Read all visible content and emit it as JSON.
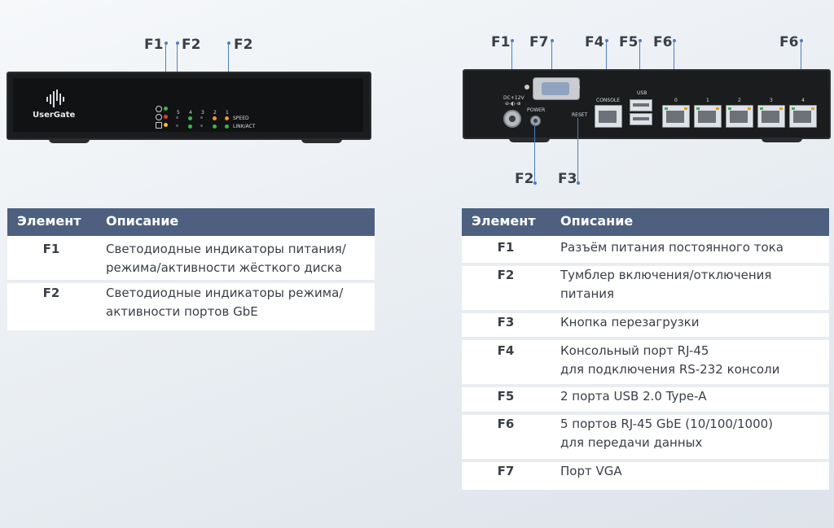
{
  "front_callouts": [
    "F1",
    "F2",
    "F2"
  ],
  "rear_callouts_top": [
    "F1",
    "F7",
    "F4",
    "F5",
    "F6",
    "F6"
  ],
  "rear_callouts_bottom": [
    "F2",
    "F3"
  ],
  "front_panel": {
    "logo_text": "UserGate",
    "port_numbers": [
      "5",
      "4",
      "3",
      "2",
      "1"
    ],
    "speed_label": "SPEED",
    "link_label": "LINK/ACT"
  },
  "rear_panel": {
    "dc_label": "DC+12V",
    "power_label": "POWER",
    "reset_label": "RESET",
    "console_label": "CONSOLE",
    "usb_label": "USB",
    "port_numbers": [
      "0",
      "1",
      "2",
      "3",
      "4"
    ]
  },
  "front_table": {
    "headers": [
      "Элемент",
      "Описание"
    ],
    "rows": [
      {
        "code": "F1",
        "desc1": "Светодиодные индикаторы питания/",
        "desc2": "режима/активности жёсткого диска"
      },
      {
        "code": "F2",
        "desc1": "Светодиодные индикаторы режима/",
        "desc2": "активности портов GbE"
      }
    ]
  },
  "rear_table": {
    "headers": [
      "Элемент",
      "Описание"
    ],
    "rows": [
      {
        "code": "F1",
        "desc1": "Разъём питания постоянного тока",
        "desc2": ""
      },
      {
        "code": "F2",
        "desc1": "Тумблер включения/отключения",
        "desc2": "питания"
      },
      {
        "code": "F3",
        "desc1": "Кнопка перезагрузки",
        "desc2": ""
      },
      {
        "code": "F4",
        "desc1": "Консольный порт RJ-45",
        "desc2": "для подключения RS-232 консоли"
      },
      {
        "code": "F5",
        "desc1": "2 порта USB 2.0 Type-A",
        "desc2": ""
      },
      {
        "code": "F6",
        "desc1": "5 портов RJ-45 GbE (10/100/1000)",
        "desc2": "для передачи данных"
      },
      {
        "code": "F7",
        "desc1": "Порт VGA",
        "desc2": ""
      }
    ]
  },
  "colors": {
    "header_bg": "#4d6080",
    "leader": "#4d7fc4",
    "led_green": "#3cb54a",
    "led_orange": "#f39a1e",
    "led_red": "#e03a2f"
  }
}
